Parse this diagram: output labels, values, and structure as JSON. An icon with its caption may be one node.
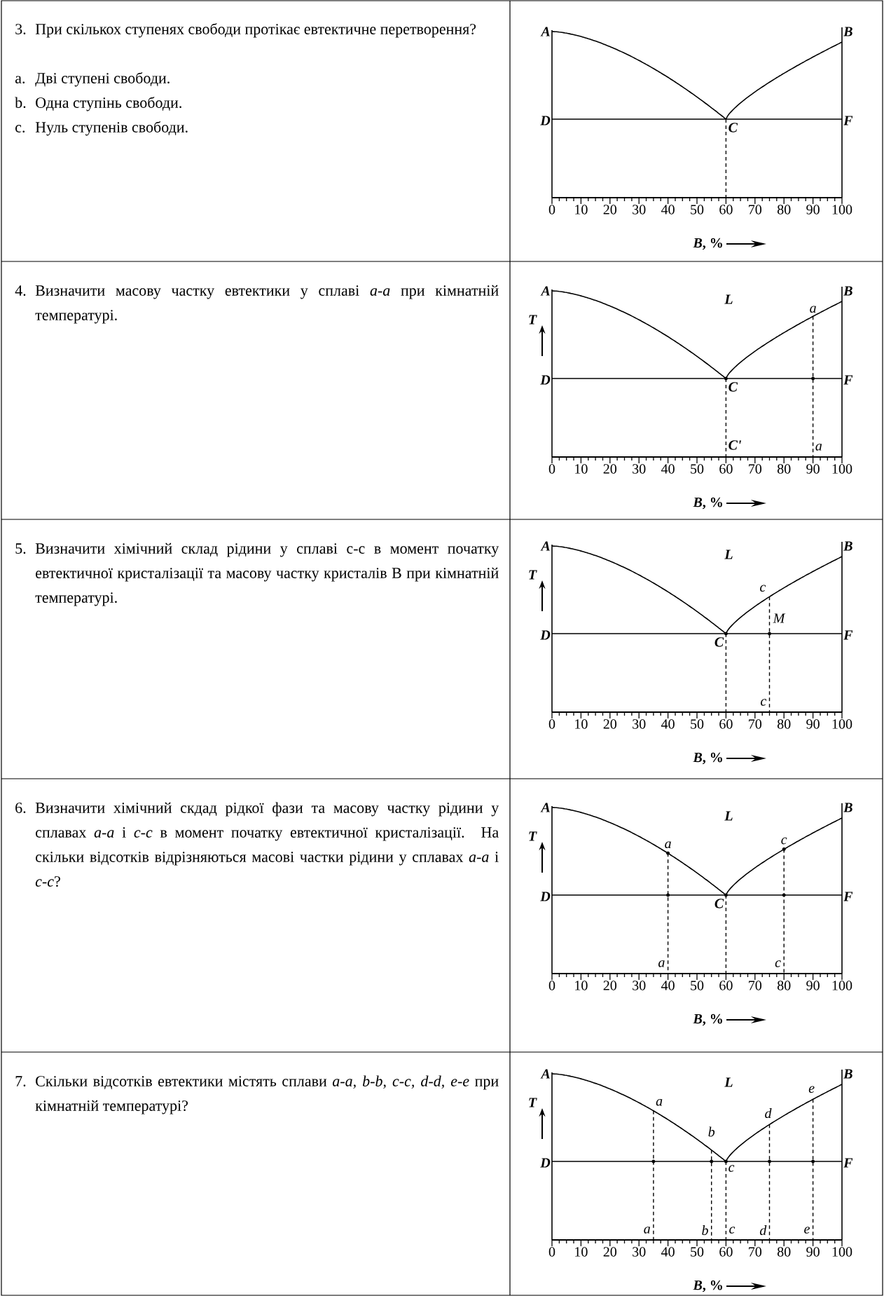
{
  "diagram": {
    "labels": [
      "3.",
      "При скількох ступенях свободи протікає евтектичне перетворення?",
      "a.",
      "Дві ступені свободи.",
      "b.",
      "Одна ступінь свободи.",
      "c.",
      "Нуль ступенів свободи.",
      "A",
      "B",
      "D",
      "C",
      "F",
      "0",
      "10",
      "20",
      "30",
      "40",
      "50",
      "60",
      "70",
      "80",
      "90",
      "100",
      "*B*, %",
      "4.",
      "Визначити масову частку евтектики у сплаві *a-a* при кімнатній температурі.",
      "A",
      "L",
      "a",
      "B",
      "T",
      "D",
      "C",
      "F",
      "C'",
      "a",
      "0",
      "10",
      "20",
      "30",
      "40",
      "50",
      "60",
      "70",
      "80",
      "90",
      "100",
      "*B*, %",
      "5.",
      "Визначити хімічний склад рідини у сплаві c-c в момент початку евтектичної кристалізації та масову частку кристалів B при кімнатній температурі.",
      "A",
      "L",
      "B",
      "T",
      "c",
      "M",
      "D",
      "C",
      "F",
      "c",
      "0",
      "10",
      "20",
      "30",
      "40",
      "50",
      "60",
      "70",
      "80",
      "90",
      "100",
      "*B*, %",
      "6.",
      "Визначити хімічний скдад рідкої фази та масову частку рідини у сплавах *a-a* і *c-c* в момент початку евтектичної кристалізації. На скільки відсотків відрізняються масові частки рідини у сплавах *a-a* і *c-c*?",
      "A",
      "L",
      "B",
      "T",
      "a",
      "c",
      "D",
      "C",
      "F",
      "a",
      "c",
      "0",
      "10",
      "20",
      "30",
      "40",
      "50",
      "60",
      "70",
      "80",
      "90",
      "100",
      "*B*, %",
      "7.",
      "Скільки відсотків евтектики містять сплави *a-a, b-b, c-c, d-d, e-e* при кімнатній температурі?",
      "A",
      "L",
      "B",
      "e",
      "T",
      "a",
      "d",
      "b",
      "D",
      "c",
      "F",
      "a",
      "b",
      "c",
      "d",
      "e",
      "0",
      "10",
      "20",
      "30",
      "40",
      "50",
      "60",
      "70",
      "80",
      "90",
      "100",
      "*B*, %"
    ]
  }
}
